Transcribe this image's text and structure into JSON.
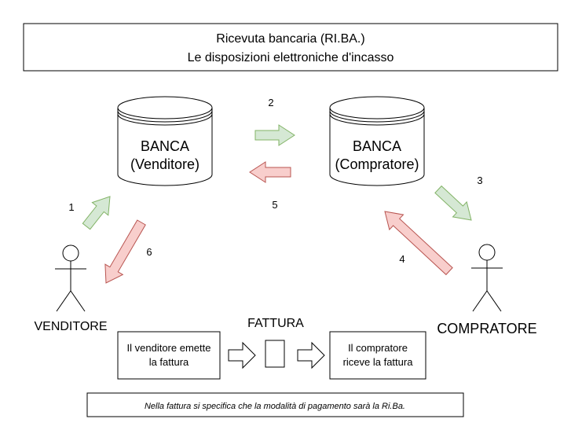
{
  "title": {
    "line1": "Ricevuta bancaria (RI.BA.)",
    "line2": "Le disposizioni elettroniche d'incasso"
  },
  "bank_seller": {
    "line1": "BANCA",
    "line2": "(Venditore)"
  },
  "bank_buyer": {
    "line1": "BANCA",
    "line2": "(Compratore)"
  },
  "actors": {
    "seller": "VENDITORE",
    "buyer": "COMPRATORE"
  },
  "arrows": {
    "a1": "1",
    "a2": "2",
    "a3": "3",
    "a4": "4",
    "a5": "5",
    "a6": "6"
  },
  "invoice": {
    "label": "FATTURA",
    "seller_box": {
      "line1": "Il venditore emette",
      "line2": "la fattura"
    },
    "buyer_box": {
      "line1": "Il compratore",
      "line2": "riceve la fattura"
    }
  },
  "note": "Nella fattura si specifica che la modalità di pagamento sarà la Ri.Ba.",
  "colors": {
    "green_fill": "#d5e8d4",
    "green_stroke": "#82b366",
    "red_fill": "#f8cecc",
    "red_stroke": "#b85450"
  }
}
